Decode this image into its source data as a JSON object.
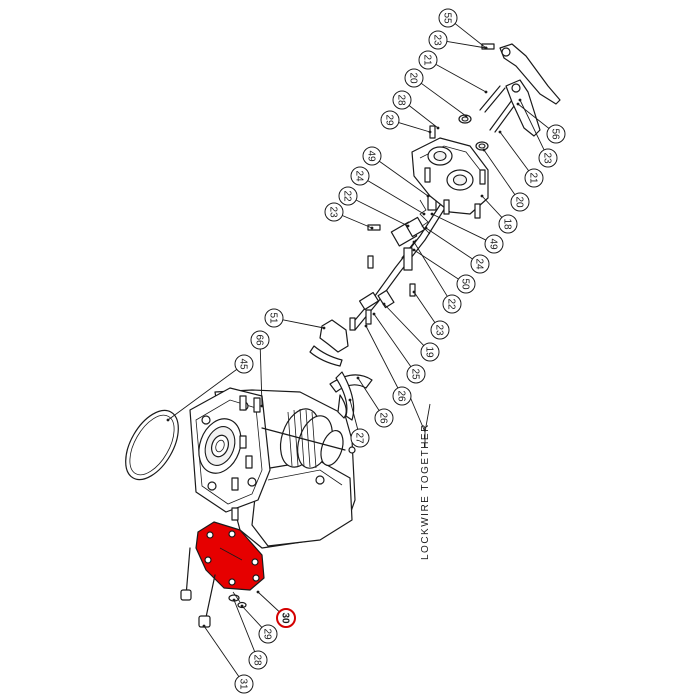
{
  "diagram": {
    "note": "LOCKWIRE TOGETHER",
    "highlight_color": "#e60000",
    "highlighted_part": "30",
    "callouts": [
      {
        "id": "55",
        "label": "55"
      },
      {
        "id": "23a",
        "label": "23"
      },
      {
        "id": "21a",
        "label": "21"
      },
      {
        "id": "20a",
        "label": "20"
      },
      {
        "id": "28a",
        "label": "28"
      },
      {
        "id": "29a",
        "label": "29"
      },
      {
        "id": "56",
        "label": "56"
      },
      {
        "id": "23b",
        "label": "23"
      },
      {
        "id": "21b",
        "label": "21"
      },
      {
        "id": "49a",
        "label": "49"
      },
      {
        "id": "24a",
        "label": "24"
      },
      {
        "id": "22a",
        "label": "22"
      },
      {
        "id": "20b",
        "label": "20"
      },
      {
        "id": "23c",
        "label": "23"
      },
      {
        "id": "18",
        "label": "18"
      },
      {
        "id": "49b",
        "label": "49"
      },
      {
        "id": "24b",
        "label": "24"
      },
      {
        "id": "50",
        "label": "50"
      },
      {
        "id": "22b",
        "label": "22"
      },
      {
        "id": "23d",
        "label": "23"
      },
      {
        "id": "19",
        "label": "19"
      },
      {
        "id": "51",
        "label": "51"
      },
      {
        "id": "25",
        "label": "25"
      },
      {
        "id": "26a",
        "label": "26"
      },
      {
        "id": "26b",
        "label": "26"
      },
      {
        "id": "66",
        "label": "66"
      },
      {
        "id": "45",
        "label": "45"
      },
      {
        "id": "27",
        "label": "27"
      },
      {
        "id": "30",
        "label": "30"
      },
      {
        "id": "29b",
        "label": "29"
      },
      {
        "id": "28b",
        "label": "28"
      },
      {
        "id": "31",
        "label": "31"
      }
    ]
  }
}
